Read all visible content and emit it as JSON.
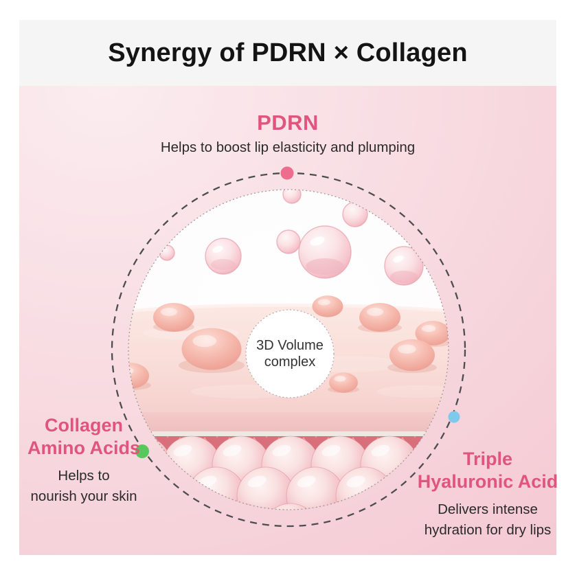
{
  "header": {
    "title": "Synergy of PDRN × Collagen"
  },
  "pdrn": {
    "name": "PDRN",
    "description": "Helps to boost lip elasticity and plumping"
  },
  "collagen": {
    "name_lines": [
      "Collagen",
      "Amino Acids"
    ],
    "description_lines": [
      "Helps to",
      "nourish your skin"
    ]
  },
  "hyaluronic": {
    "name_lines": [
      "Triple",
      "Hyaluronic Acid"
    ],
    "description_lines": [
      "Delivers intense",
      "hydration for dry lips"
    ]
  },
  "diagram": {
    "center_label_lines": [
      "3D Volume",
      "complex"
    ],
    "markers": {
      "pdrn": "pink-dot",
      "collagen": "green-dot",
      "hyaluronic": "blue-dot"
    }
  },
  "colors": {
    "accent_pink": "#e0557e",
    "title_text": "#141414",
    "body_text": "#2a2a2a",
    "band_gray": "#f6f5f6",
    "background_top": "#fbecef",
    "background_bottom": "#f4c8d2",
    "marker_pdrn": "#ec6d8e",
    "marker_collagen": "#57c75e",
    "marker_hyaluronic": "#7fc9ed"
  }
}
